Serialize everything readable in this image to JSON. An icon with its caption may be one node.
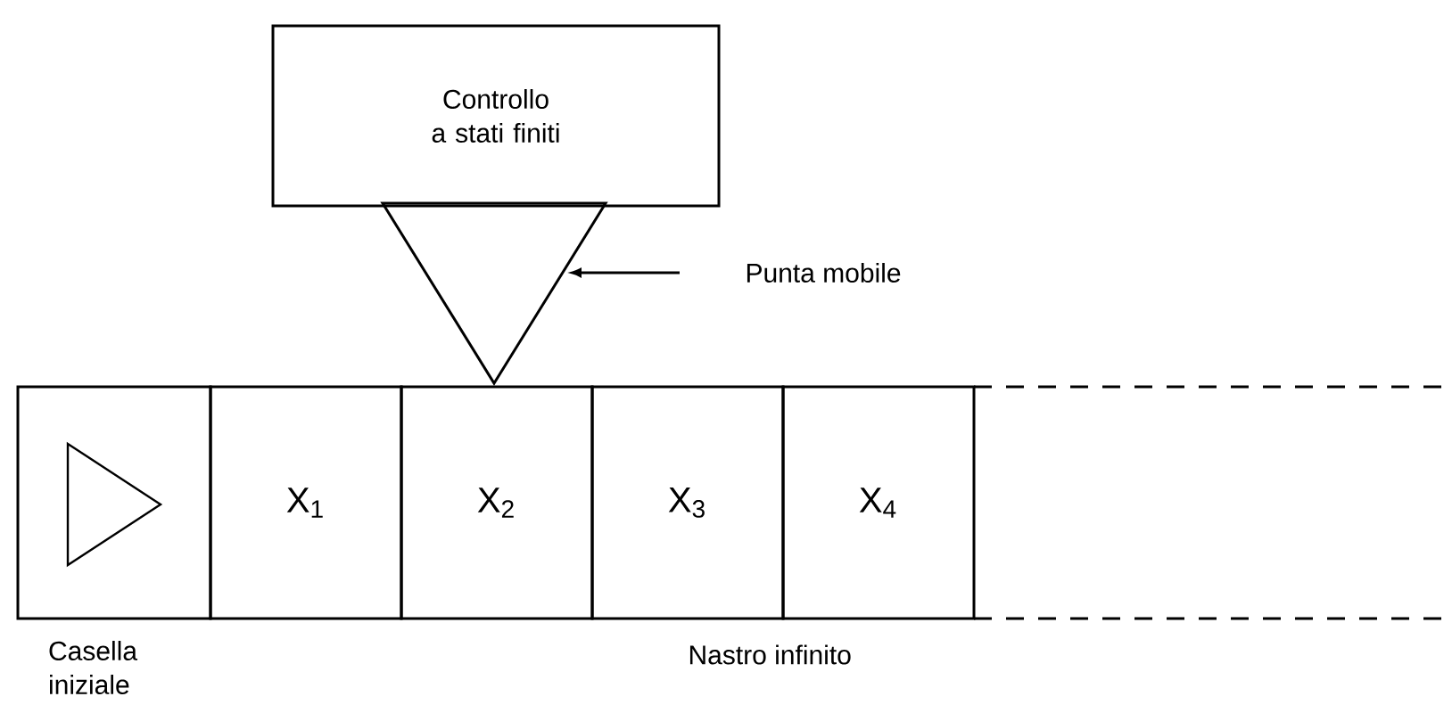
{
  "diagram": {
    "nodes": [
      {
        "text": [
          "Controllo a stati finiti"
        ]
      },
      {
        "text": [],
        "shape": "triangle"
      },
      {
        "text": [
          "Punta mobile"
        ]
      },
      {
        "text": [],
        "shape": "box",
        "beside": [
          "Casella iniziale"
        ]
      },
      {
        "text": [
          "X$_{1}$"
        ]
      },
      {
        "text": [
          "X$_{2}$"
        ]
      },
      {
        "text": [
          "X$_{3}$"
        ]
      },
      {
        "text": [
          "X$_{4}$"
        ]
      }
    ],
    "edges": [
      {
        "from": 2,
        "to": 1,
        "arrow": "to"
      }
    ],
    "labels": [
      "Nastro infinito"
    ]
  }
}
